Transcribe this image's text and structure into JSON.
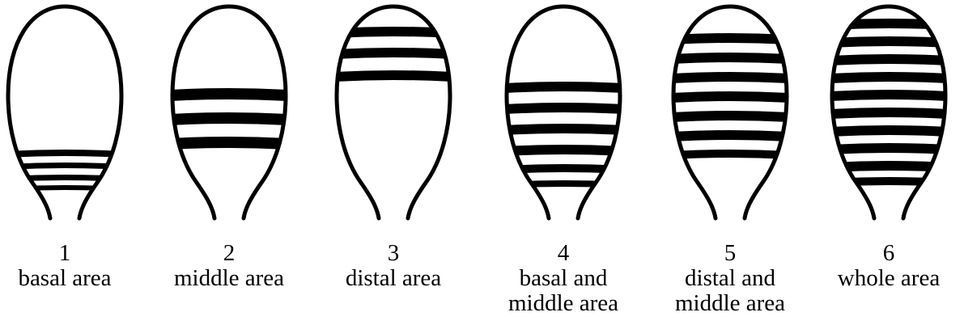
{
  "figure": {
    "panels": [
      {
        "number": "1",
        "label": "basal area",
        "bands": [
          "basal"
        ]
      },
      {
        "number": "2",
        "label": "middle area",
        "bands": [
          "middle"
        ]
      },
      {
        "number": "3",
        "label": "distal area",
        "bands": [
          "distal"
        ]
      },
      {
        "number": "4",
        "label": "basal and\nmiddle area",
        "bands": [
          "middle",
          "basal"
        ]
      },
      {
        "number": "5",
        "label": "distal and\nmiddle area",
        "bands": [
          "distal",
          "middle"
        ]
      },
      {
        "number": "6",
        "label": "whole area",
        "bands": [
          "whole"
        ]
      }
    ]
  }
}
